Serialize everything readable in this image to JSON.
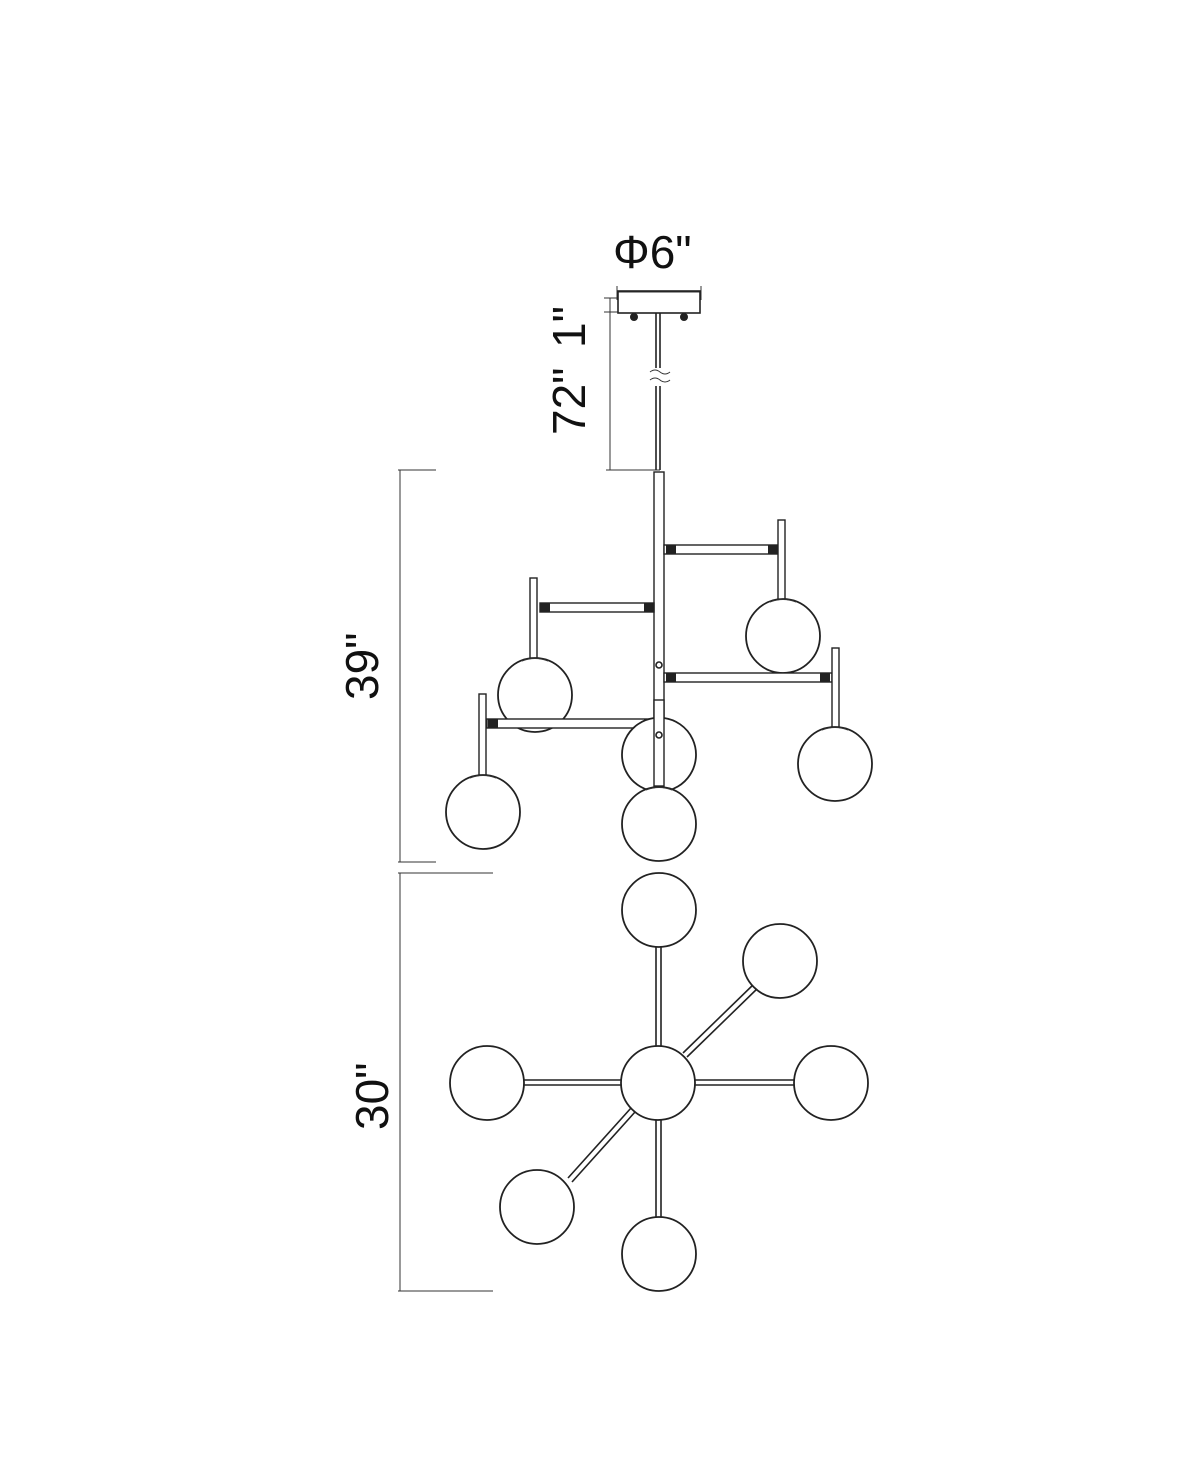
{
  "dimensions": {
    "canopy_diameter": "Φ6\"",
    "canopy_height": "1\"",
    "chain_length": "72\"",
    "fixture_height": "39\"",
    "fixture_width": "30\""
  },
  "colors": {
    "line": "#222222",
    "background": "#ffffff"
  }
}
